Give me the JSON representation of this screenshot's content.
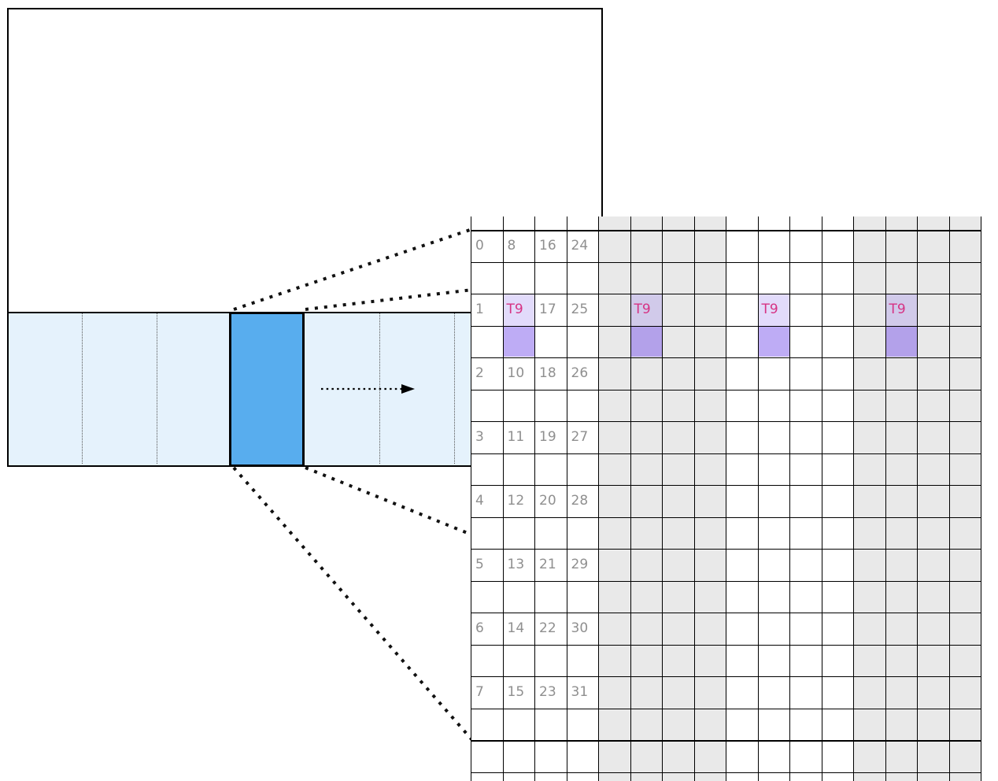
{
  "diagram": {
    "type": "warp-thread-tiling",
    "left_figure": {
      "row_strip": {
        "segments": 8,
        "active_tile_index": 3
      },
      "slide_arrow": {
        "direction": "right"
      }
    },
    "zoom_grid": {
      "columns": 16,
      "row_groups": 8,
      "subrows_per_group": 2,
      "thread_numbers": [
        [
          "0",
          "8",
          "16",
          "24"
        ],
        [
          "1",
          null,
          "17",
          "25"
        ],
        [
          "2",
          "10",
          "18",
          "26"
        ],
        [
          "3",
          "11",
          "19",
          "27"
        ],
        [
          "4",
          "12",
          "20",
          "28"
        ],
        [
          "5",
          "13",
          "21",
          "29"
        ],
        [
          "6",
          "14",
          "22",
          "30"
        ],
        [
          "7",
          "15",
          "23",
          "31"
        ]
      ],
      "highlight": {
        "label": "T9",
        "row_group": 1,
        "columns": [
          1,
          5,
          9,
          13
        ]
      },
      "grey_column_bands": [
        [
          4,
          7
        ],
        [
          12,
          15
        ]
      ]
    },
    "colors": {
      "strip_fill": "#e5f2fc",
      "tile_fill": "#58adee",
      "grey_band": "#e9e9e9",
      "highlight_top": "rgba(125,90,235,0.22)",
      "highlight_bottom": "rgba(125,90,235,0.50)",
      "highlight_text": "#d63384",
      "number_text": "#8f8f8f",
      "line": "#000000"
    }
  }
}
